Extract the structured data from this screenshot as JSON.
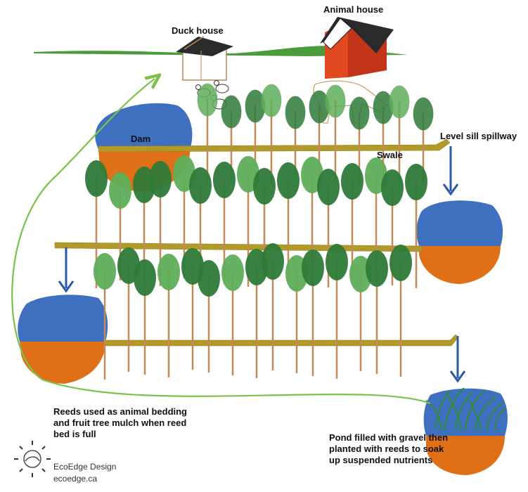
{
  "labels": {
    "duck_house": "Duck house",
    "animal_house": "Animal house",
    "dam": "Dam",
    "level_sill_spillway": "Level sill spillway",
    "swale": "Swale",
    "reeds_note": "Reeds used as animal bedding and fruit tree mulch when reed bed is full",
    "pond_note": "Pond filled with gravel then planted with reeds to soak up suspended nutrients"
  },
  "brand": {
    "name": "EcoEdge Design",
    "url": "ecoedge.ca"
  },
  "colors": {
    "water": "#3f6fbf",
    "soil": "#e07018",
    "swale": "#b39a28",
    "arrow_green": "#7cc24a",
    "arrow_blue": "#2a5aa6",
    "barn": "#d23a1e",
    "tree_dark": "#2e7a38",
    "tree_light": "#5fae5a",
    "trunk": "#c28a58",
    "grass": "#4a9b3a"
  }
}
